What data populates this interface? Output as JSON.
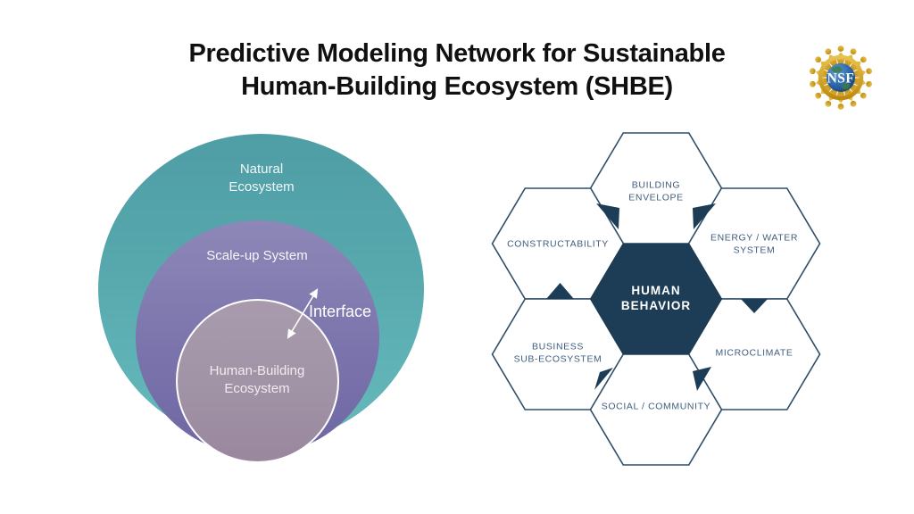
{
  "slide": {
    "title": "Predictive Modeling Network for Sustainable\nHuman-Building Ecosystem (SHBE)",
    "background_color": "#ffffff"
  },
  "nsf_logo": {
    "acronym": "NSF",
    "gold_color": "#d2a02a",
    "globe_color": "#2a63a8"
  },
  "ecosystem_diagram": {
    "outer_circle": {
      "label": "Natural\nEcosystem",
      "color": "#57a9ae"
    },
    "middle_circle": {
      "label": "Scale-up System",
      "color": "#7b74ac"
    },
    "inner_circle": {
      "label": "Human-Building\nEcosystem",
      "color": "#a193a6"
    },
    "interface_label": "Interface",
    "arrow_color": "#ffffff"
  },
  "hexagon_diagram": {
    "outline_color": "#2e4d68",
    "label_color": "#3f5e7d",
    "center": {
      "label": "HUMAN\nBEHAVIOR",
      "fill": "#1d3c55",
      "text_color": "#ffffff"
    },
    "cells": {
      "top": {
        "label": "BUILDING\nENVELOPE"
      },
      "top_right": {
        "label": "ENERGY / WATER\nSYSTEM"
      },
      "bottom_right": {
        "label": "MICROCLIMATE"
      },
      "bottom": {
        "label": "SOCIAL / COMMUNITY"
      },
      "bottom_left": {
        "label": "BUSINESS\nSUB-ECOSYSTEM"
      },
      "top_left": {
        "label": "CONSTRUCTABILITY"
      }
    }
  }
}
